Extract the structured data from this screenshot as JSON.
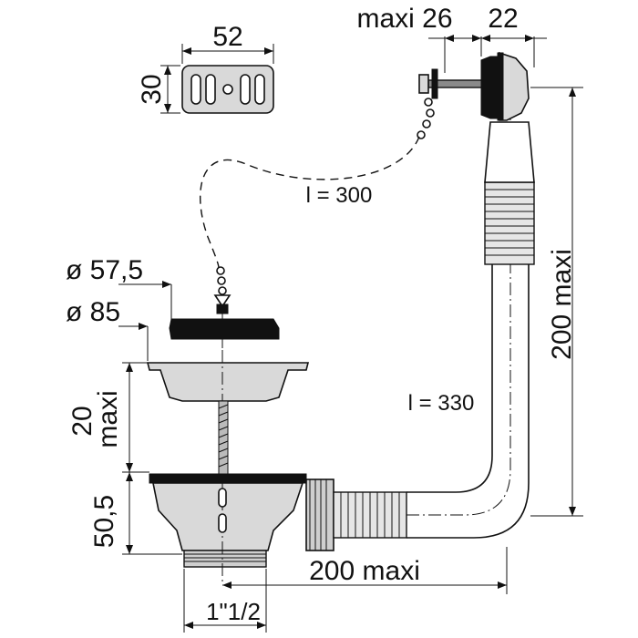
{
  "labels": {
    "grid_width": "52",
    "grid_height": "30",
    "overflow_depth": "maxi 26",
    "overflow_thickness": "22",
    "chain_length": "l = 300",
    "plug_diameter": "ø 57,5",
    "flange_diameter": "ø 85",
    "overflow_height": "200 maxi",
    "hose_length": "l = 330",
    "plug_travel": "20",
    "plug_travel_max": "maxi",
    "body_height": "50,5",
    "outlet_length": "200 maxi",
    "outlet_thread": "1\"1/2"
  }
}
